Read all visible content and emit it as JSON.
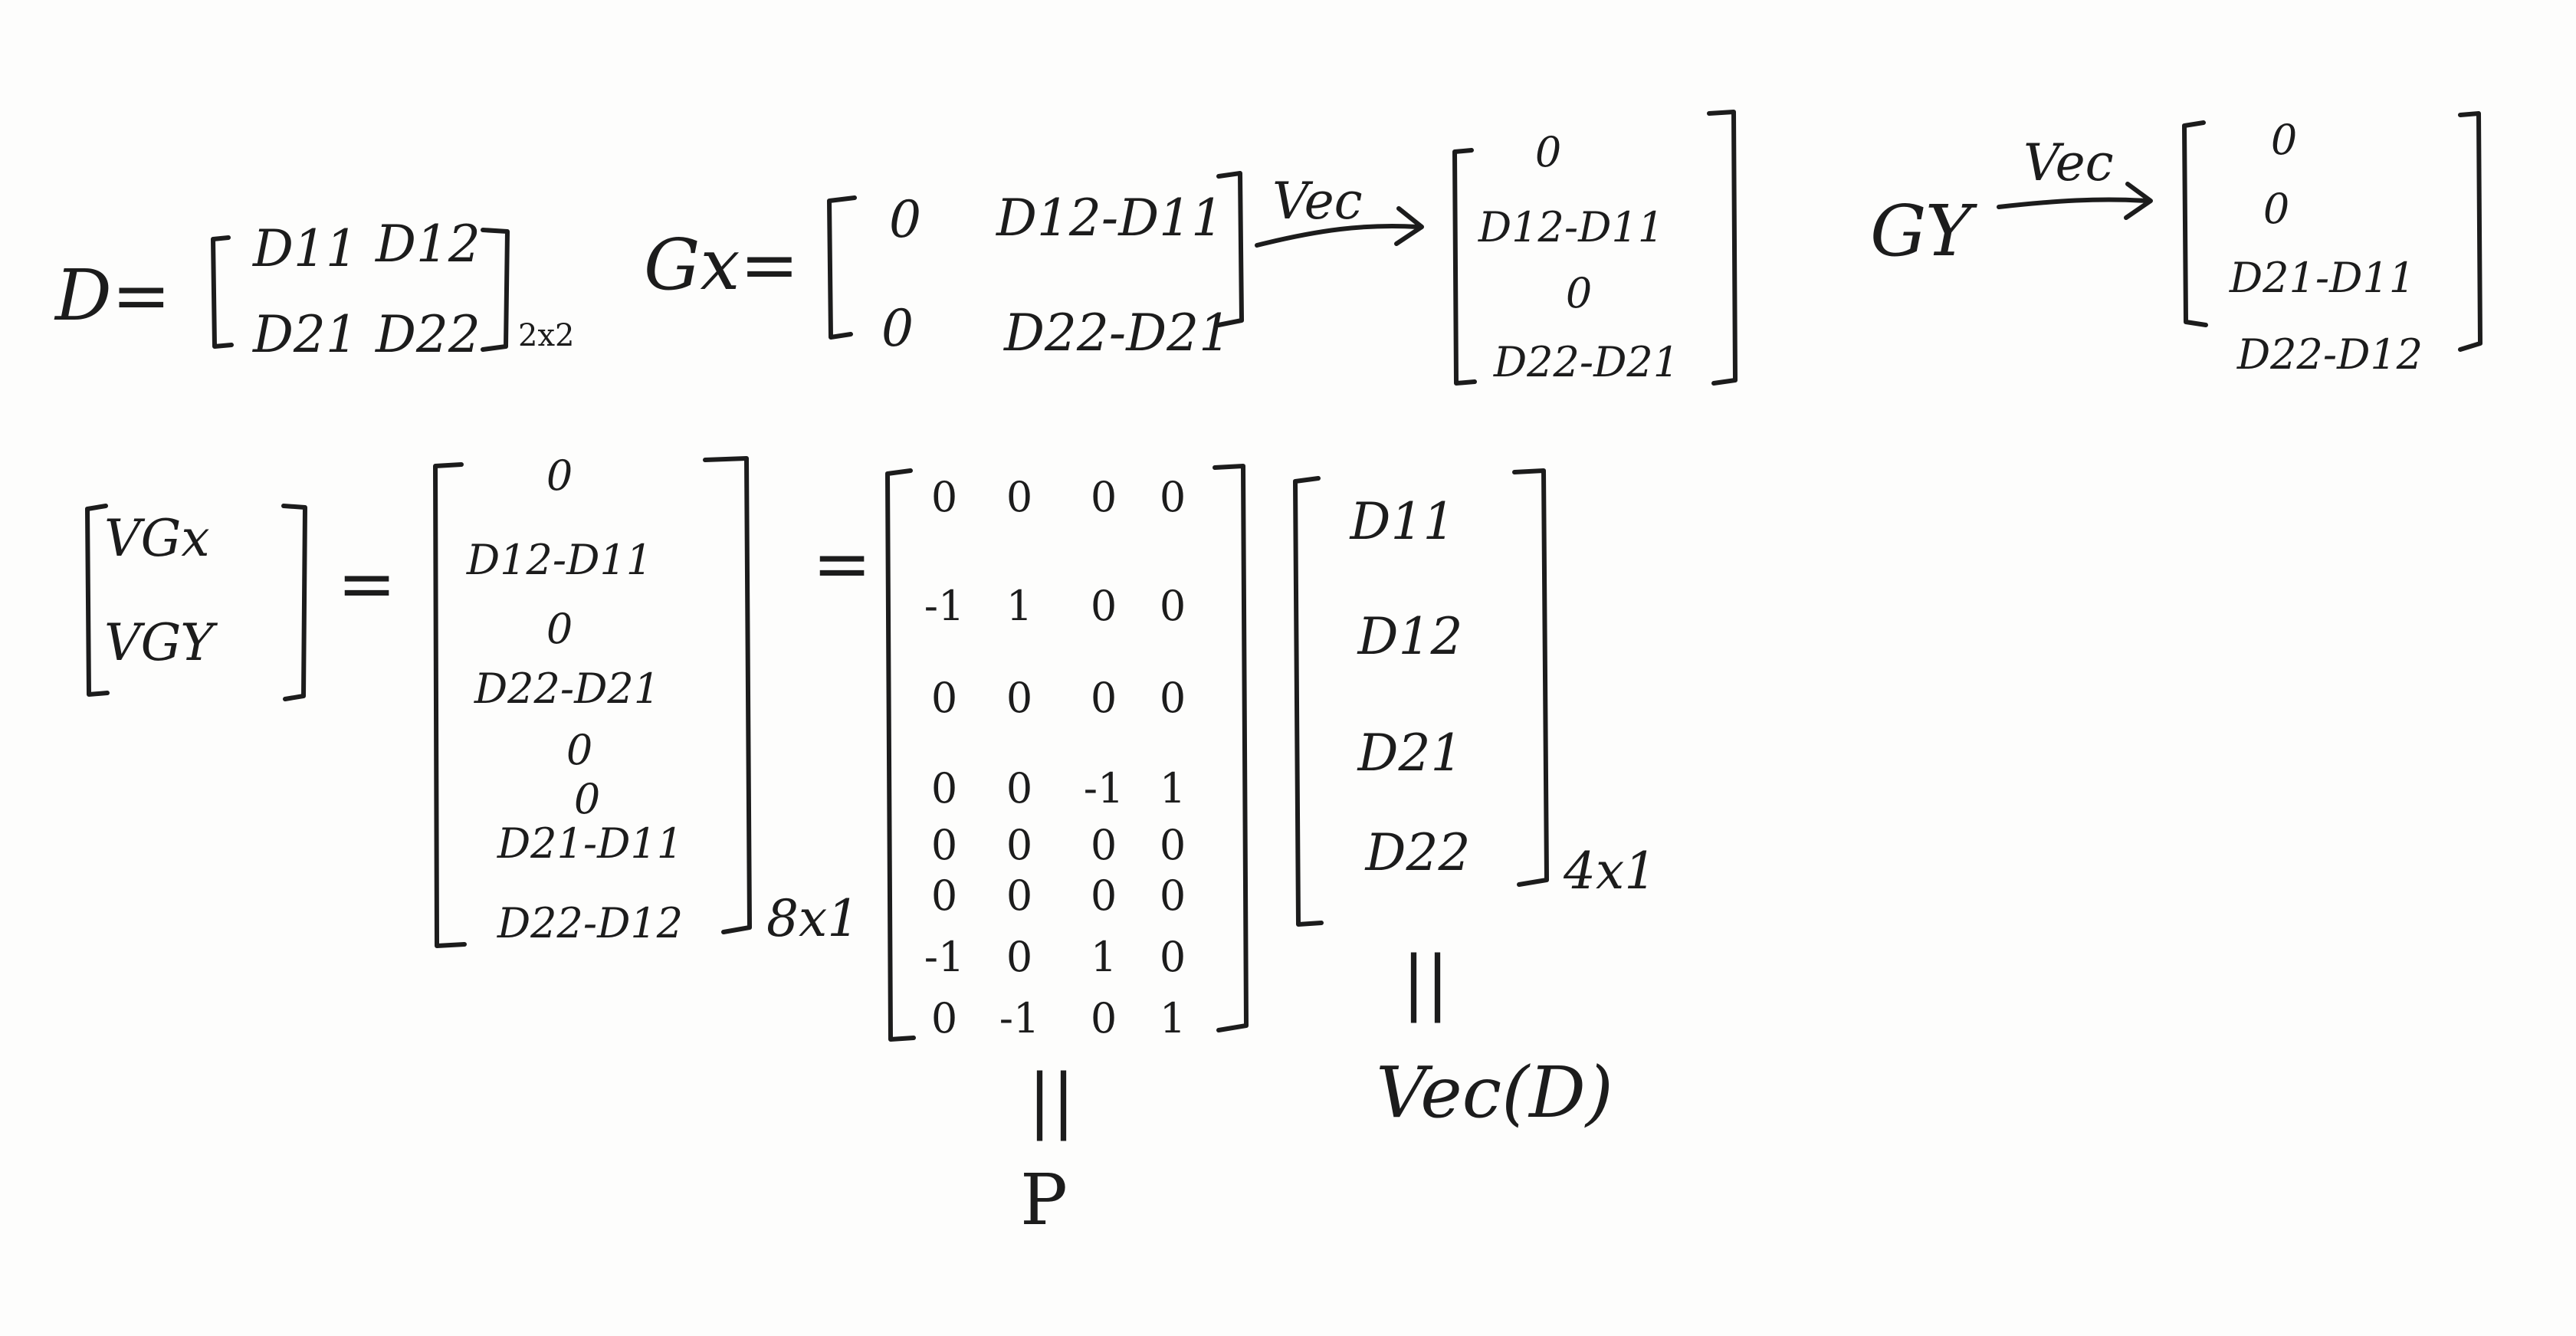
{
  "row1": {
    "d_lhs": "D=",
    "d_matrix": [
      "D11",
      "D12",
      "D21",
      "D22"
    ],
    "d_size": "2x2",
    "gx_lhs": "Gx=",
    "gx_matrix": [
      "0",
      "D12-D11",
      "0",
      "D22-D21"
    ],
    "vec_label_1": "Vec",
    "vec_gx": [
      "0",
      "D12-D11",
      "0",
      "D22-D21"
    ],
    "gy_label": "GY",
    "vec_label_2": "Vec",
    "vec_gy": [
      "0",
      "0",
      "D21-D11",
      "D22-D12"
    ]
  },
  "row2": {
    "lhs": [
      "VGx",
      "VGY"
    ],
    "eq1": "=",
    "vector": [
      "0",
      "D12-D11",
      "0",
      "D22-D21",
      "0",
      "0",
      "D21-D11",
      "D22-D12"
    ],
    "vector_size": "8x1",
    "eq2": "=",
    "p_matrix": [
      [
        "0",
        "0",
        "0",
        "0"
      ],
      [
        "-1",
        "1",
        "0",
        "0"
      ],
      [
        "0",
        "0",
        "0",
        "0"
      ],
      [
        "0",
        "0",
        "-1",
        "1"
      ],
      [
        "0",
        "0",
        "0",
        "0"
      ],
      [
        "0",
        "0",
        "0",
        "0"
      ],
      [
        "-1",
        "0",
        "1",
        "0"
      ],
      [
        "0",
        "-1",
        "0",
        "1"
      ]
    ],
    "d_vector": [
      "D11",
      "D12",
      "D21",
      "D22"
    ],
    "d_vector_size": "4x1",
    "p_equals": "||",
    "p_label": "P",
    "vecd_equals": "||",
    "vecd_label": "Vec(D)"
  }
}
